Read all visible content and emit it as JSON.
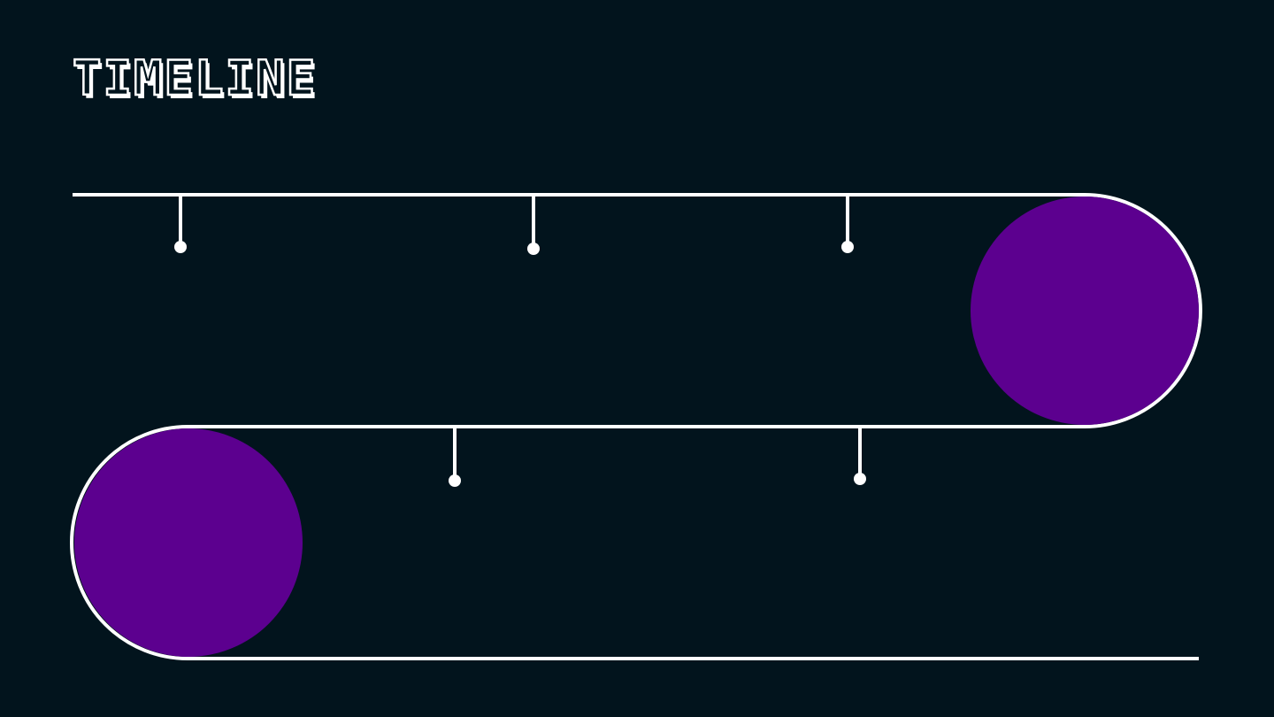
{
  "title": "TIMELINE",
  "colors": {
    "background": "#02141d",
    "line": "#ffffff",
    "accent": "#5c008f"
  },
  "milestones": {
    "row1": 3,
    "row2": 2
  }
}
